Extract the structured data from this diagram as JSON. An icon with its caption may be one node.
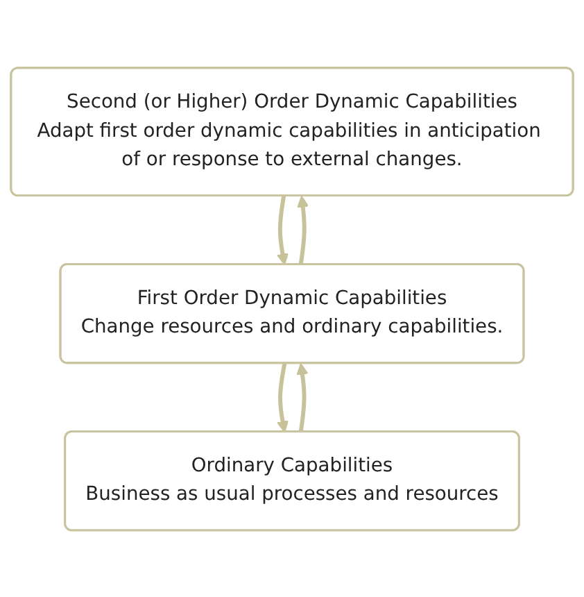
{
  "diagram": {
    "nodes": [
      {
        "text": [
          "Second (or Higher) Order Dynamic Capabilities",
          "Adapt first order dynamic capabilities in anticipation of or response to external changes."
        ]
      },
      {
        "text": [
          "First Order Dynamic Capabilities",
          "Change resources and ordinary capabilities."
        ]
      },
      {
        "text": [
          "Ordinary Capabilities",
          "Business as usual processes and resources"
        ]
      }
    ],
    "edges": [
      {
        "from": 0,
        "to": 1,
        "arrow": "to"
      },
      {
        "from": 1,
        "to": 0,
        "arrow": "to"
      },
      {
        "from": 1,
        "to": 2,
        "arrow": "to"
      },
      {
        "from": 2,
        "to": 1,
        "arrow": "to"
      }
    ]
  }
}
